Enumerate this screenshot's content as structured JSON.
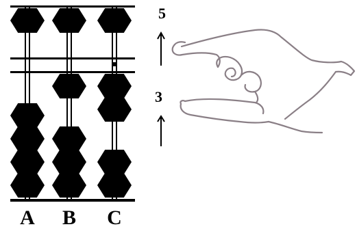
{
  "abacus": {
    "rods": [
      {
        "label": "A",
        "upper_bead_lowered": false,
        "lower_beads_raised": 0,
        "unit_marker": false
      },
      {
        "label": "B",
        "upper_bead_lowered": false,
        "lower_beads_raised": 1,
        "unit_marker": false
      },
      {
        "label": "C",
        "upper_bead_lowered": false,
        "lower_beads_raised": 2,
        "unit_marker": true
      }
    ],
    "bead_color": "#000000",
    "frame_color": "#000000"
  },
  "annotations": {
    "upper_number": "5",
    "lower_number": "3",
    "arrow_glyph": "↑"
  },
  "hand": {
    "icon": "hand-pointing-icon",
    "stroke_color": "#8a7f86"
  }
}
